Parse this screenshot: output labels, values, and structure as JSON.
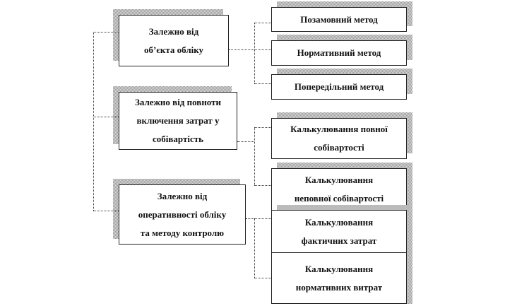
{
  "categories": [
    {
      "label_lines": [
        "Залежно від",
        "об’єкта обліку"
      ]
    },
    {
      "label_lines": [
        "Залежно від повноти",
        "включення затрат у",
        "собівартість"
      ]
    },
    {
      "label_lines": [
        "Залежно від",
        "оперативності обліку",
        "та методу контролю"
      ]
    }
  ],
  "methods": [
    {
      "label_lines": [
        "Позамовний метод"
      ]
    },
    {
      "label_lines": [
        "Нормативний метод"
      ]
    },
    {
      "label_lines": [
        "Попередільний метод"
      ]
    },
    {
      "label_lines": [
        "Калькулювання повної",
        "собівартості"
      ]
    },
    {
      "label_lines": [
        "Калькулювання",
        "неповної собівартості"
      ]
    },
    {
      "label_lines": [
        "Калькулювання",
        "фактичних затрат"
      ]
    },
    {
      "label_lines": [
        "Калькулювання",
        "нормативних витрат"
      ]
    }
  ]
}
